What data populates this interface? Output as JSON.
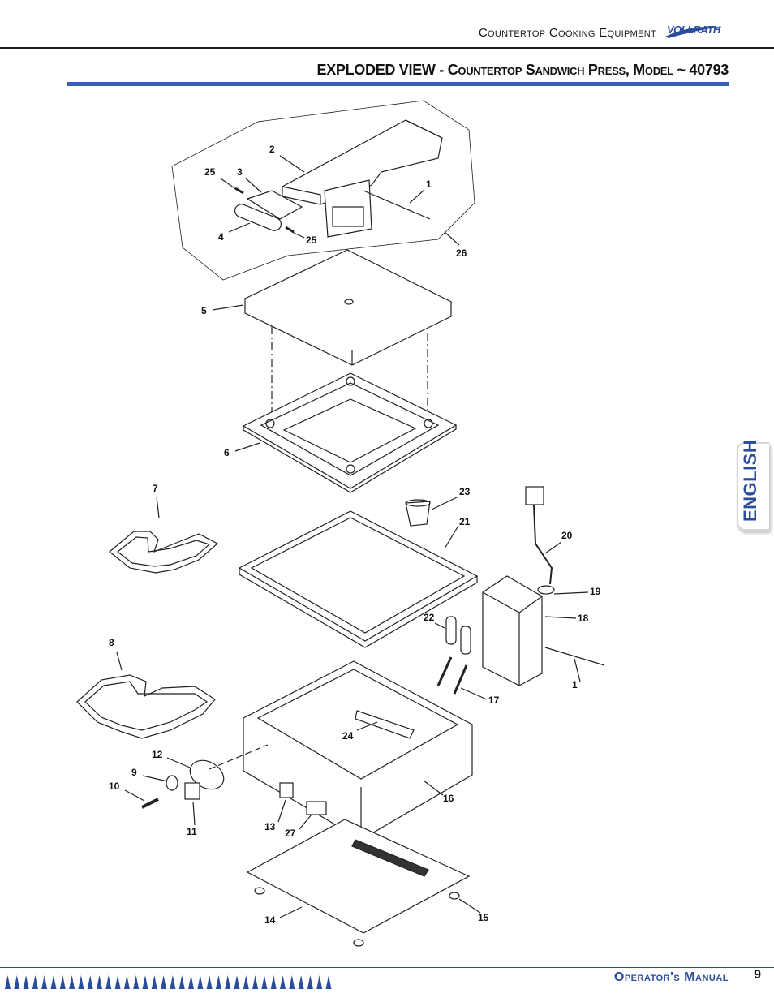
{
  "header": {
    "title": "Countertop Cooking Equipment",
    "logo": "VOLLRATH"
  },
  "section_title": "EXPLODED VIEW - Countertop Sandwich Press, Model ~ 40793",
  "side_tab": "ENGLISH",
  "diagram": {
    "callouts": [
      "2",
      "25",
      "3",
      "1",
      "4",
      "25",
      "26",
      "5",
      "6",
      "7",
      "23",
      "21",
      "20",
      "19",
      "22",
      "18",
      "8",
      "1",
      "17",
      "24",
      "12",
      "9",
      "10",
      "11",
      "16",
      "13",
      "27",
      "14",
      "15"
    ]
  },
  "footer": {
    "manual": "Operator's Manual",
    "page": "9"
  },
  "colors": {
    "accent_blue": "#3a5fb8",
    "text": "#1a1a1a"
  }
}
